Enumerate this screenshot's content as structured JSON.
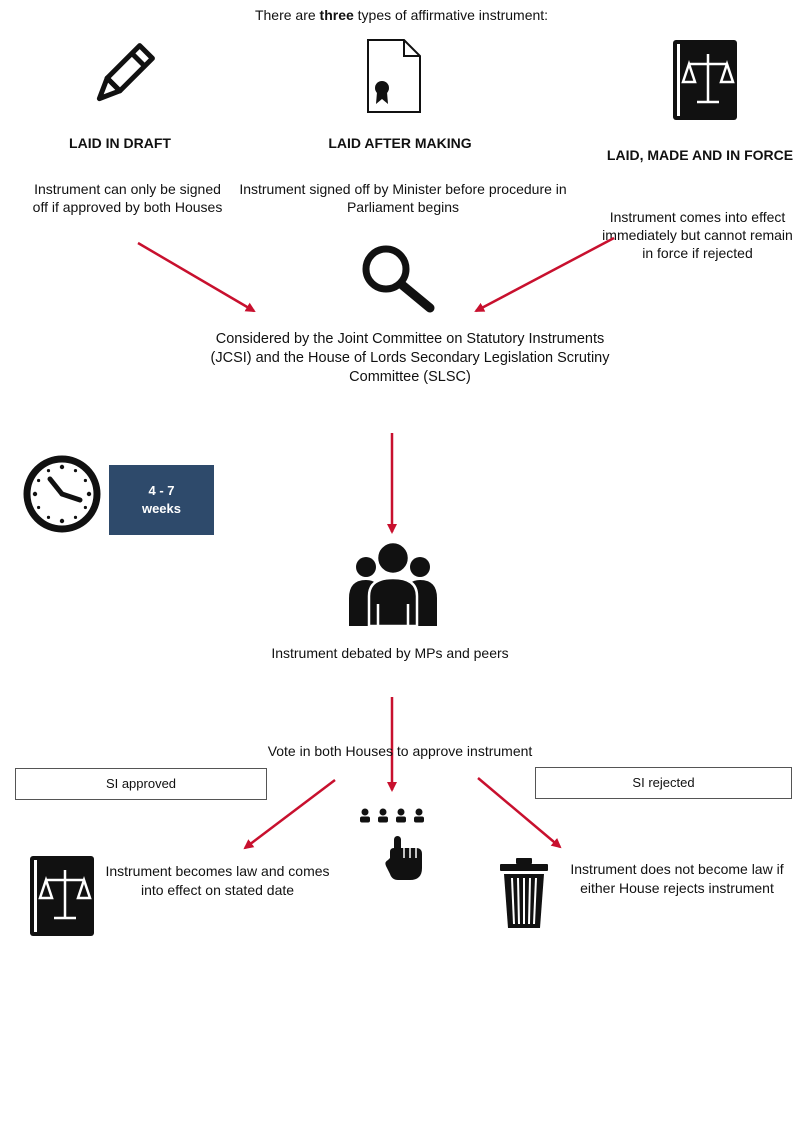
{
  "intro": {
    "before": "There are ",
    "bold": "three",
    "after": " types of affirmative instrument:"
  },
  "types": [
    {
      "icon": "pencil-icon",
      "heading": "LAID IN DRAFT",
      "description": "Instrument can only be signed off if approved by both Houses"
    },
    {
      "icon": "certificate-icon",
      "heading": "LAID AFTER MAKING",
      "description": "Instrument signed off by Minister before procedure in Parliament begins"
    },
    {
      "icon": "law-book-icon",
      "heading": "LAID, MADE AND IN FORCE",
      "description": "Instrument comes into effect immediately but cannot remain in force if rejected"
    }
  ],
  "scrutiny": {
    "icon": "magnifier-icon",
    "text": "Considered by the Joint Committee on Statutory Instruments (JCSI) and the House of Lords Secondary Legislation Scrutiny Committee (SLSC)"
  },
  "duration": {
    "icon": "clock-icon",
    "line1": "4 - 7",
    "line2": "weeks",
    "box_color": "#2e4a6b"
  },
  "debate": {
    "icon": "group-icon",
    "text": "Instrument debated by MPs and peers"
  },
  "vote": {
    "icon": "voting-hand-icon",
    "text": "Vote in both Houses to approve instrument"
  },
  "outcomes": {
    "approved": {
      "label": "SI approved",
      "icon": "law-book-icon",
      "text": "Instrument becomes law and comes into effect on stated date"
    },
    "rejected": {
      "label": "SI rejected",
      "icon": "trash-bin-icon",
      "text": "Instrument does not become law if either House rejects instrument"
    }
  },
  "colors": {
    "arrow": "#c8102e",
    "icon": "#111111",
    "weeks_box": "#2e4a6b"
  }
}
